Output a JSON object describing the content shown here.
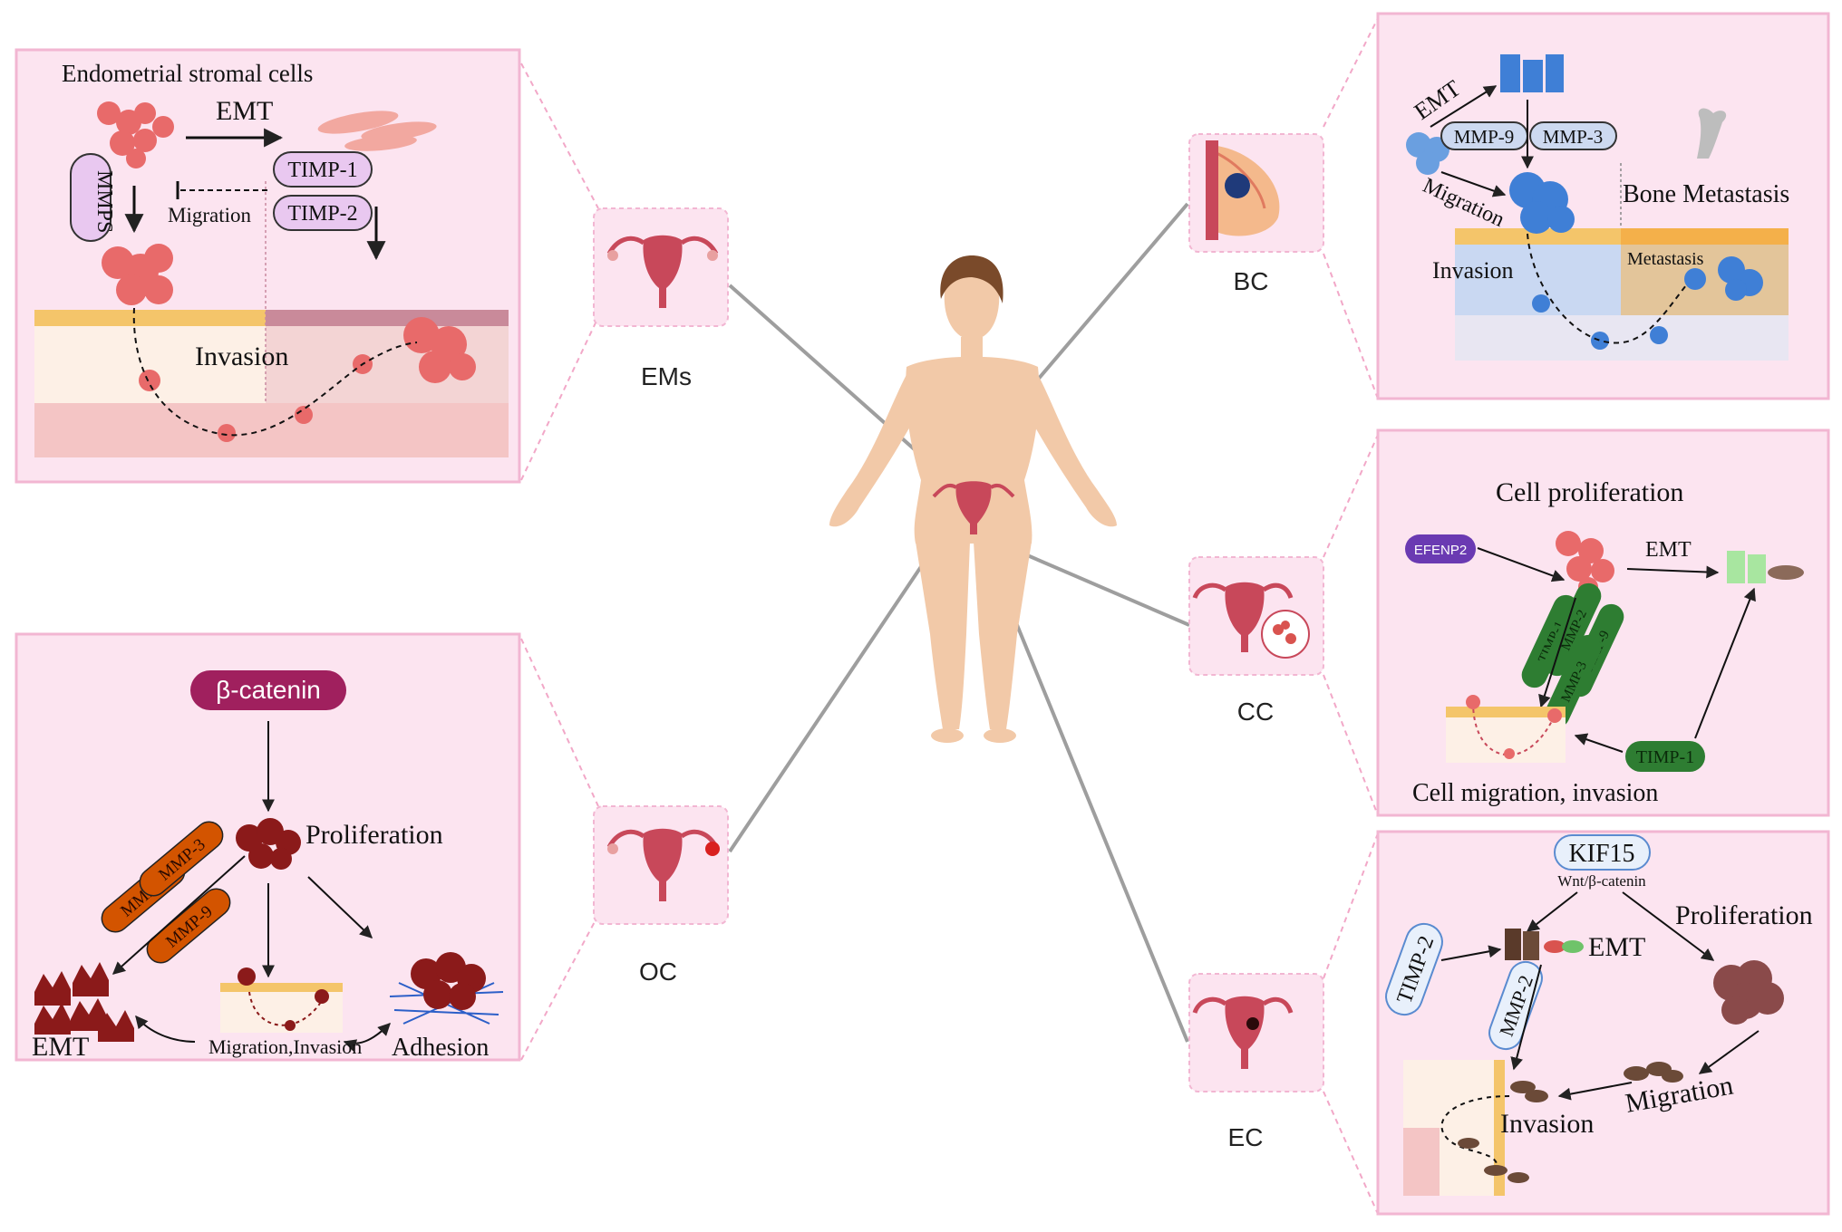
{
  "center": {
    "labels": {
      "ems": "EMs",
      "bc": "BC",
      "cc": "CC",
      "oc": "OC",
      "ec": "EC"
    }
  },
  "ems_panel": {
    "title": "Endometrial stromal cells",
    "emt": "EMT",
    "mmps": "MMPS",
    "timp1": "TIMP-1",
    "timp2": "TIMP-2",
    "migration": "Migration",
    "invasion": "Invasion"
  },
  "bc_panel": {
    "emt": "EMT",
    "mmp9": "MMP-9",
    "mmp3": "MMP-3",
    "migration": "Migration",
    "bone_metastasis": "Bone Metastasis",
    "invasion": "Invasion",
    "metastasis": "Metastasis"
  },
  "cc_panel": {
    "cell_proliferation": "Cell  proliferation",
    "efenp2": "EFENP2",
    "emt": "EMT",
    "mmp_pills": [
      "TIMP-1",
      "MMP-2",
      "MMP-9",
      "MMP-3"
    ],
    "timp1": "TIMP-1",
    "cell_migration": "Cell migration, invasion"
  },
  "oc_panel": {
    "beta_catenin": "β-catenin",
    "proliferation": "Proliferation",
    "mmp2": "MMP-2",
    "mmp3": "MMP-3",
    "mmp9": "MMP-9",
    "emt": "EMT",
    "migration_invasion": "Migration,Invasion",
    "adhesion": "Adhesion"
  },
  "ec_panel": {
    "kif15": "KIF15",
    "wnt": "Wnt/β-catenin",
    "proliferation": "Proliferation",
    "timp2": "TIMP-2",
    "emt": "EMT",
    "mmp2": "MMP-2",
    "migration": "Migration",
    "invasion": "Invasion"
  },
  "colors": {
    "panel_bg": "#fce4f0",
    "panel_border": "#f2b6d2",
    "connector": "#9e9e9e",
    "skin": "#f2c9a8",
    "cell_red": "#d9534f",
    "cell_blue": "#3f7fd6",
    "dark_red": "#8b1a1a",
    "green_pill": "#2e7d32",
    "orange_pill": "#d35400",
    "purple_pill": "#6a3ab2",
    "beta_pill": "#a0205e"
  }
}
